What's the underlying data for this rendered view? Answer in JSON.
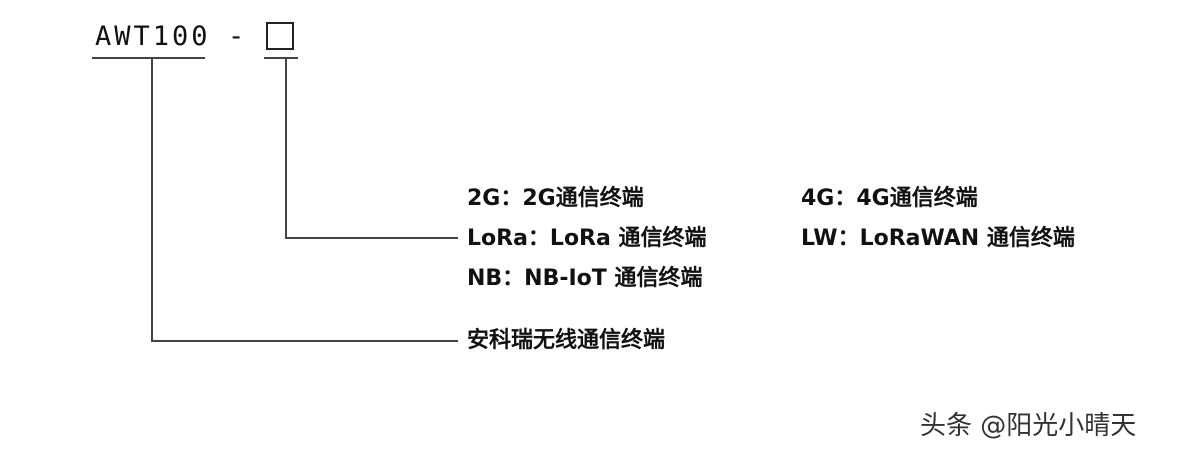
{
  "model": {
    "code": "AWT100",
    "separator": "-"
  },
  "options": {
    "items": [
      "2G：2G通信终端",
      "4G：4G通信终端",
      "LoRa：LoRa 通信终端",
      "LW：LoRaWAN 通信终端",
      "NB：NB-IoT 通信终端"
    ]
  },
  "description": "安科瑞无线通信终端",
  "watermark": "头条 @阳光小晴天"
}
